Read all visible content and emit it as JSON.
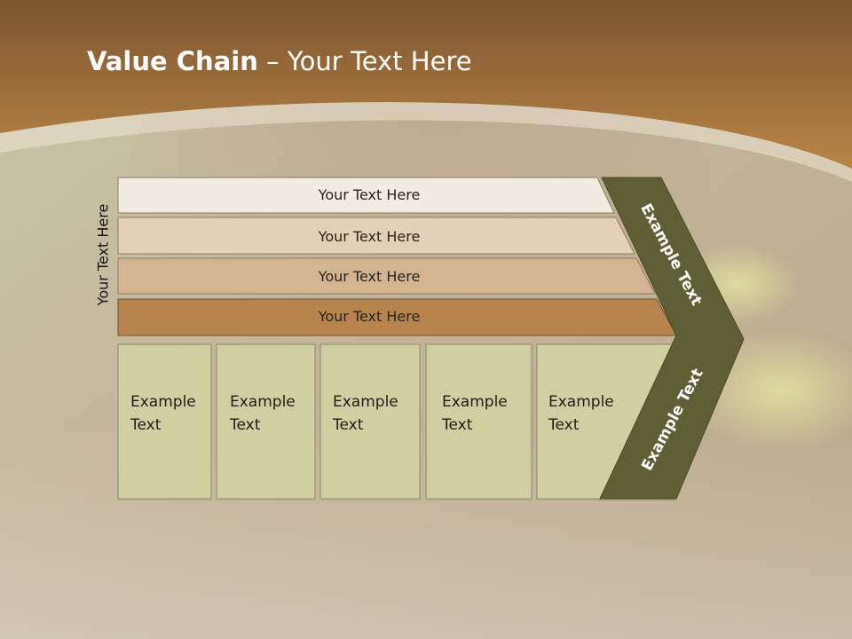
{
  "title": {
    "bold": "Value Chain",
    "rest": " – Your Text Here"
  },
  "side_label": "Your Text Here",
  "bars": [
    {
      "label": "Your Text Here",
      "color": "#f2ebe2"
    },
    {
      "label": "Your Text Here",
      "color": "#e4cfb7"
    },
    {
      "label": "Your Text Here",
      "color": "#d3b490"
    },
    {
      "label": "Your Text Here",
      "color": "#b7844e"
    }
  ],
  "columns": [
    {
      "line1": "Example",
      "line2": "Text"
    },
    {
      "line1": "Example",
      "line2": "Text"
    },
    {
      "line1": "Example",
      "line2": "Text"
    },
    {
      "line1": "Example",
      "line2": "Text"
    },
    {
      "line1": "Example",
      "line2": "Text"
    }
  ],
  "chevron": {
    "upper": "Example Text",
    "lower": "Example Text",
    "color": "#5f5f35"
  },
  "colors": {
    "column": "#cfcfa2",
    "header": "#b07d45"
  }
}
